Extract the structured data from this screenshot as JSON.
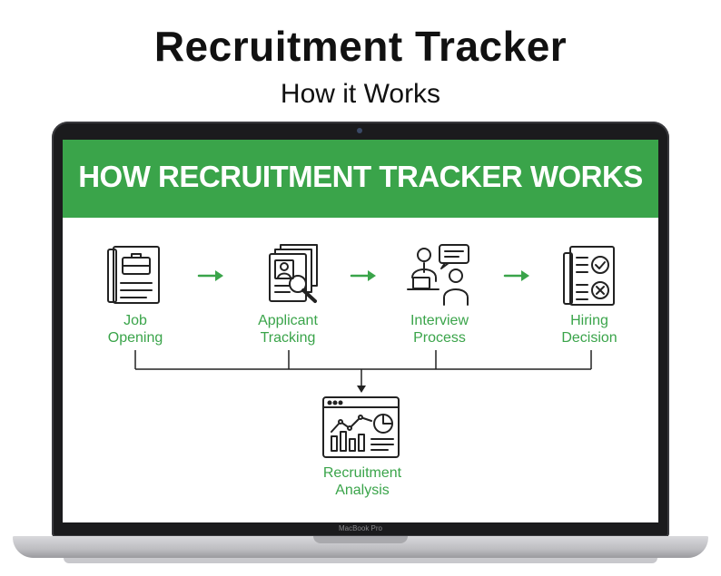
{
  "header": {
    "title": "Recruitment Tracker",
    "subtitle": "How it Works"
  },
  "screen": {
    "banner_title": "HOW RECRUITMENT TRACKER WORKS",
    "accent_color": "#3aa44a",
    "steps": [
      {
        "line1": "Job",
        "line2": "Opening",
        "icon": "job-opening-icon"
      },
      {
        "line1": "Applicant",
        "line2": "Tracking",
        "icon": "applicant-tracking-icon"
      },
      {
        "line1": "Interview",
        "line2": "Process",
        "icon": "interview-icon"
      },
      {
        "line1": "Hiring",
        "line2": "Decision",
        "icon": "hiring-decision-icon"
      }
    ],
    "result": {
      "line1": "Recruitment",
      "line2": "Analysis",
      "icon": "analytics-dashboard-icon"
    }
  },
  "laptop": {
    "model_label": "MacBook Pro"
  }
}
